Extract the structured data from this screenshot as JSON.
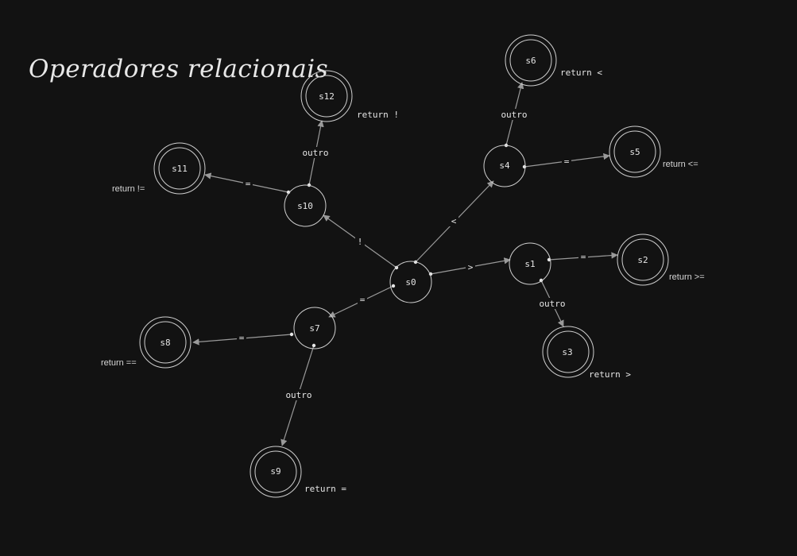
{
  "title": "Operadores relacionais",
  "nodes": {
    "s0": "s0",
    "s1": "s1",
    "s2": "s2",
    "s3": "s3",
    "s4": "s4",
    "s5": "s5",
    "s6": "s6",
    "s7": "s7",
    "s8": "s8",
    "s9": "s9",
    "s10": "s10",
    "s11": "s11",
    "s12": "s12"
  },
  "edges": {
    "s0_s1": ">",
    "s1_s2": "=",
    "s1_s3": "outro",
    "s0_s4": "<",
    "s4_s5": "=",
    "s4_s6": "outro",
    "s0_s7": "=",
    "s7_s8": "=",
    "s7_s9": "outro",
    "s0_s10": "!",
    "s10_s11": "=",
    "s10_s12": "outro"
  },
  "returns": {
    "s2": "return >=",
    "s3": "return >",
    "s5": "return <=",
    "s6": "return <",
    "s8": "return ==",
    "s9": "return =",
    "s11": "return !=",
    "s12": "return !"
  },
  "colors": {
    "background": "#121212",
    "stroke": "#cfcfcf",
    "edge": "#9a9a9a",
    "text": "#e6e6e6"
  }
}
